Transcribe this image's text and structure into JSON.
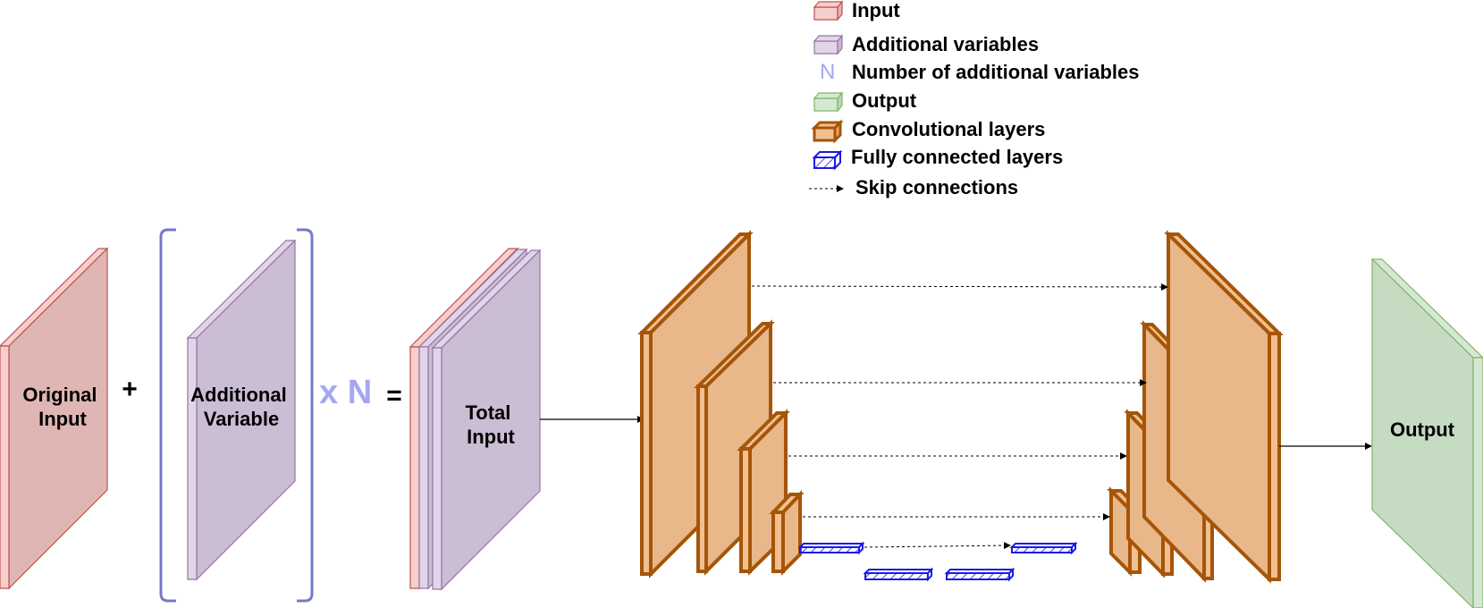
{
  "legend": {
    "input": "Input",
    "additional_variables": "Additional variables",
    "n_symbol": "N",
    "number_of_additional_variables": "Number of additional variables",
    "output": "Output",
    "convolutional_layers": "Convolutional layers",
    "fully_connected_layers": "Fully connected layers",
    "skip_connections": "Skip connections"
  },
  "blocks": {
    "original_input": [
      "Original",
      "Input"
    ],
    "plus": "+",
    "additional_variable": [
      "Additional",
      "Variable"
    ],
    "times_n": "x N",
    "equals": "=",
    "total_input": [
      "Total",
      "Input"
    ],
    "output": "Output"
  },
  "colors": {
    "input_fill": "#f8cecc",
    "input_stroke": "#b85450",
    "additional_fill": "#e1d5e7",
    "additional_stroke": "#9673a6",
    "n_color": "#a5a8f0",
    "bracket_color": "#7777cc",
    "output_fill": "#d5e8d4",
    "output_stroke": "#82b366",
    "conv_fill": "#f0c090",
    "conv_stroke": "#a65508",
    "fc_stroke": "#1a1ae6"
  }
}
